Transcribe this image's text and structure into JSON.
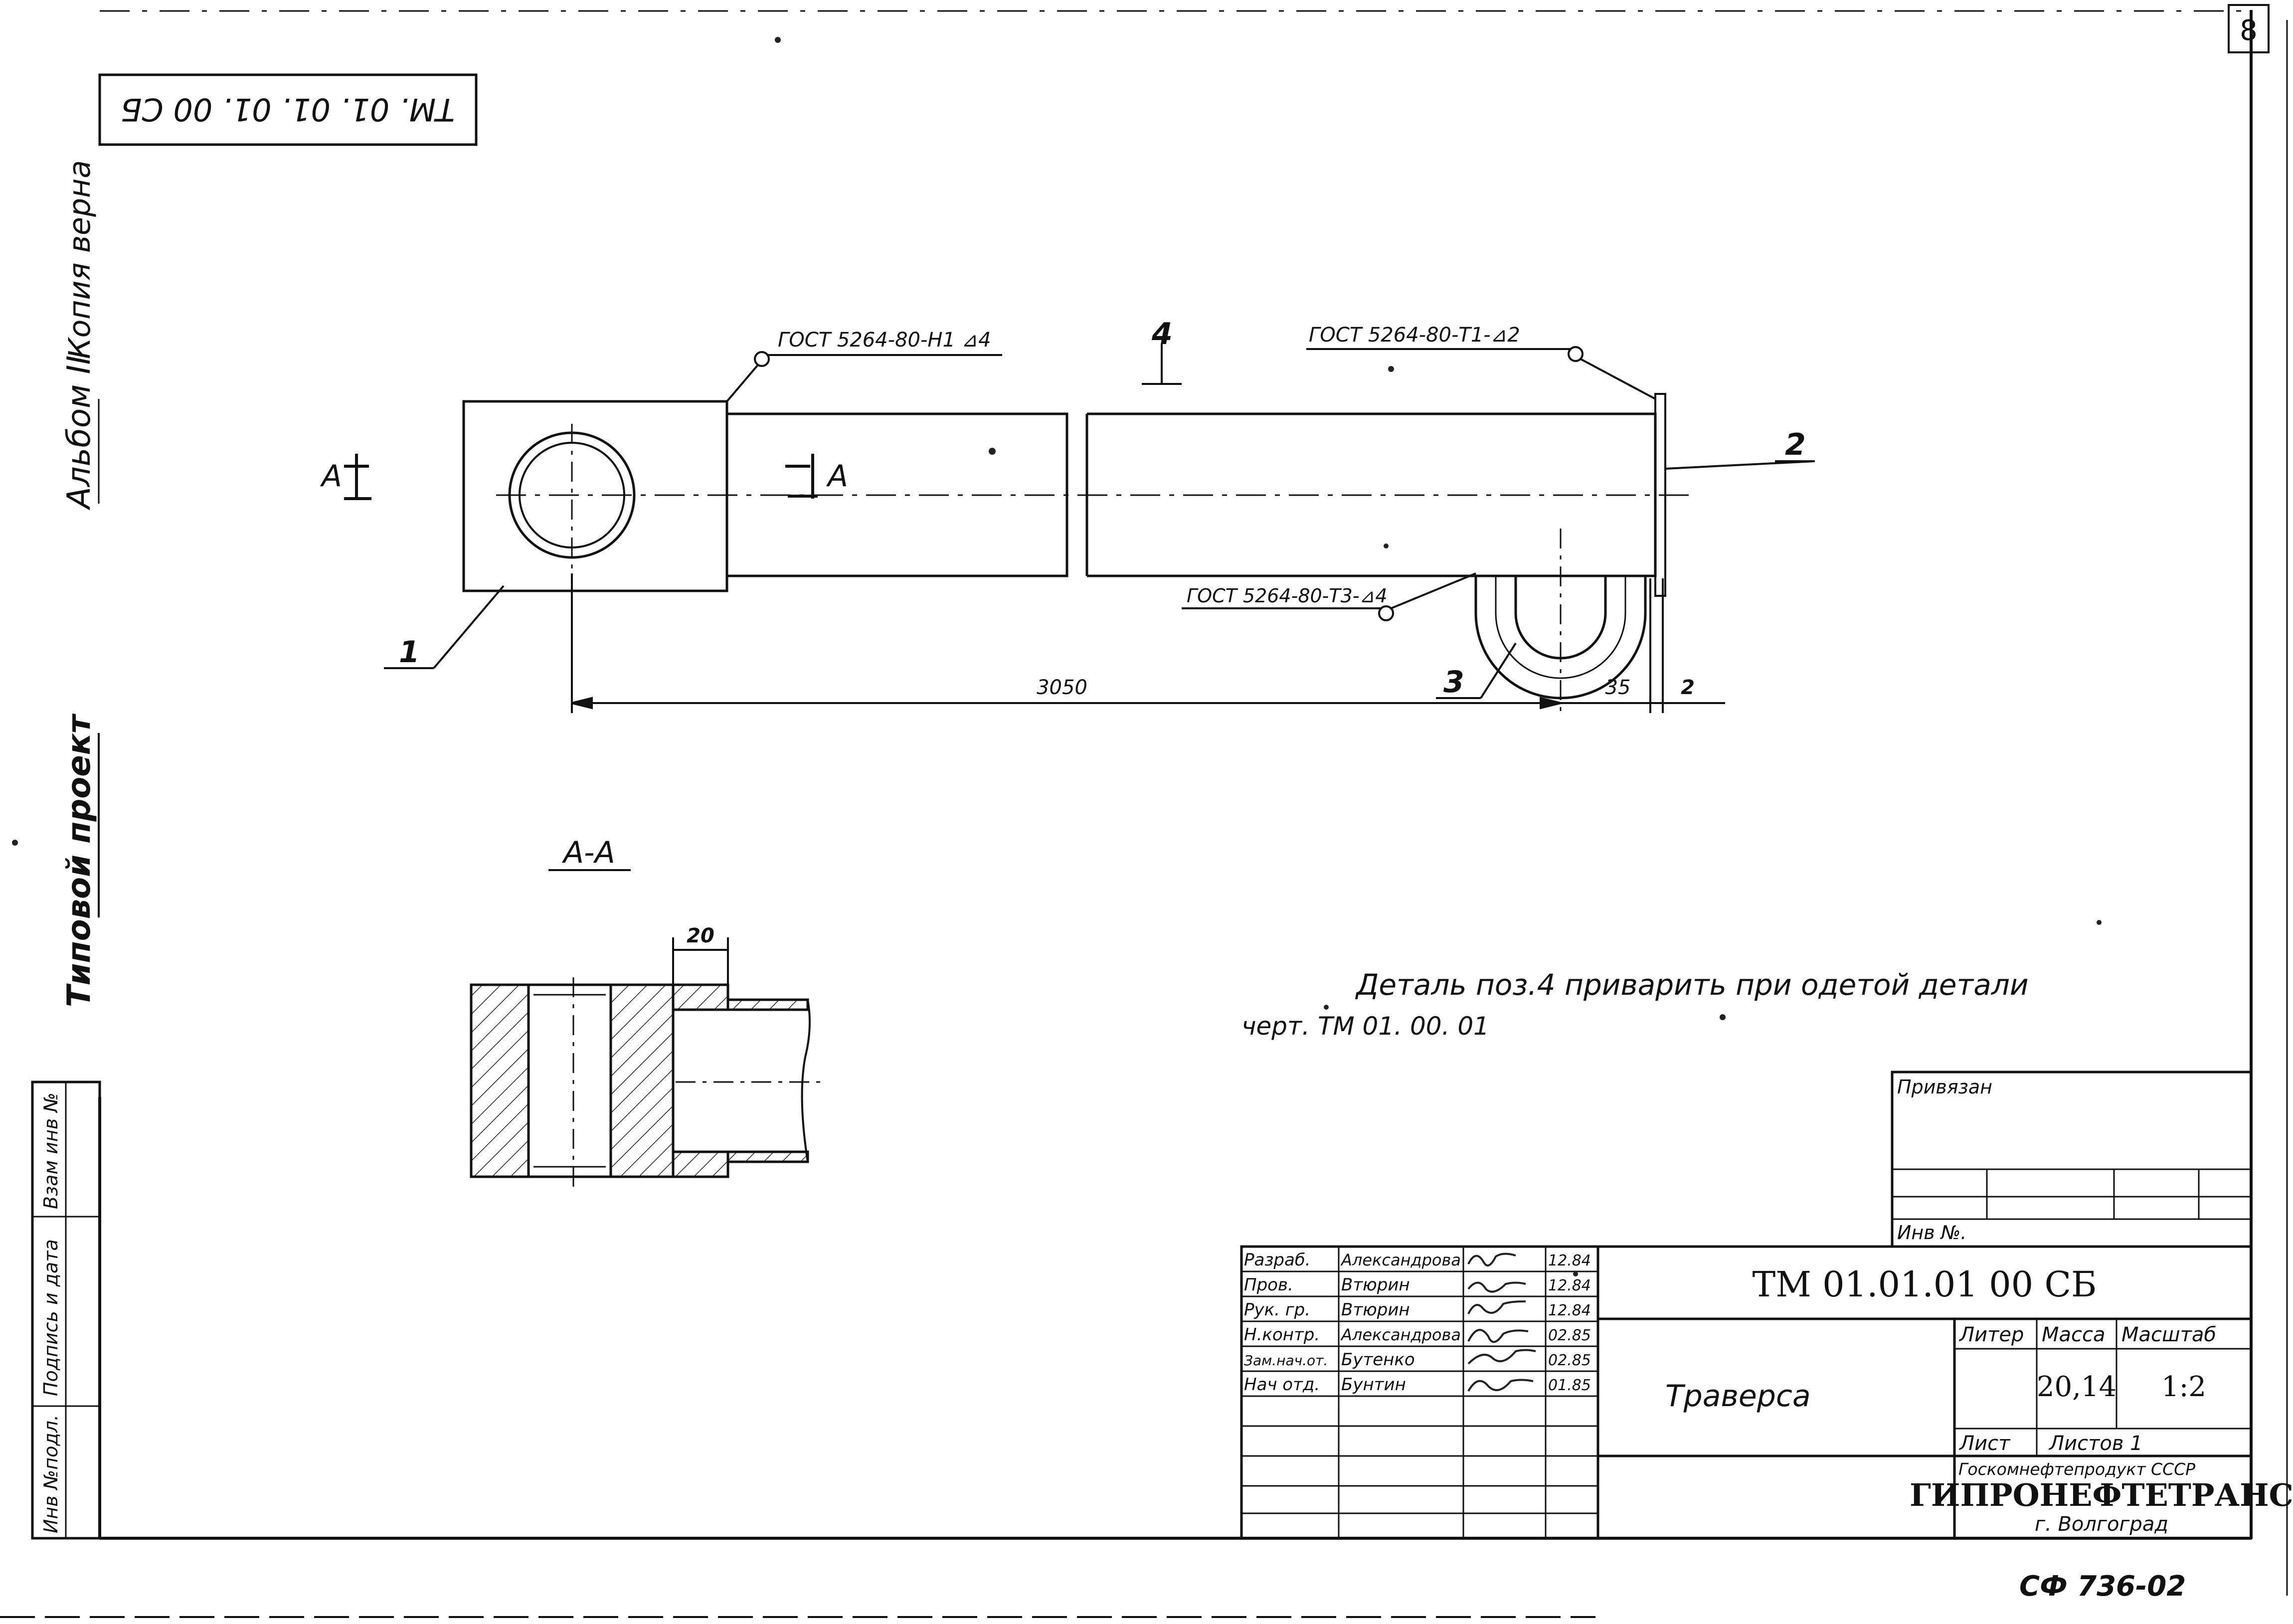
{
  "sheet_number": "8",
  "mirrored_code": "ТМ. 01. 01. 01. 00 СБ",
  "side_label": {
    "album": "Альбом II",
    "copy_note": "Копия верна",
    "project": "Типовой проект"
  },
  "left_stamp": {
    "inv_podl": "Инв №подл.",
    "podpis_data": "Подпись и дата",
    "vzam_inv": "Взам инв №"
  },
  "main_view": {
    "weld_1": "ГОСТ 5264-80-Н1 ⊿4",
    "weld_2": "ГОСТ 5264-80-Т1-⊿2",
    "weld_3": "ГОСТ 5264-80-Т3-⊿4",
    "section_letter": "А",
    "pos_1": "1",
    "pos_2": "2",
    "pos_3": "3",
    "pos_4": "4",
    "dim_3050": "3050",
    "dim_35": "35",
    "dim_2": "2"
  },
  "section": {
    "title": "А-А",
    "dim_20": "20"
  },
  "note": {
    "line1": "Деталь поз.4 приварить при одетой детали",
    "line2": "черт. ТМ 01. 00. 01"
  },
  "title_block": {
    "privyazan": "Привязан",
    "inv_no": "Инв №.",
    "rows": [
      {
        "role": "Разраб.",
        "name": "Александрова",
        "date": "12.84"
      },
      {
        "role": "Пров.",
        "name": "Втюрин",
        "date": "12.84"
      },
      {
        "role": "Рук. гр.",
        "name": "Втюрин",
        "date": "12.84"
      },
      {
        "role": "Н.контр.",
        "name": "Александрова",
        "date": "02.85"
      },
      {
        "role": "Зам.нач.от.",
        "name": "Бутенко",
        "date": "02.85"
      },
      {
        "role": "Нач отд.",
        "name": "Бунтин",
        "date": "01.85"
      }
    ],
    "doc_code": "ТМ 01.01.01 00 СБ",
    "part_name": "Траверса",
    "liter_label": "Литер",
    "mass_label": "Масса",
    "scale_label": "Масштаб",
    "mass_value": "20,14",
    "scale_value": "1:2",
    "sheet_label": "Лист",
    "sheets_label": "Листов 1",
    "org_line1": "Госкомнефтепродукт СССР",
    "org_line2": "ГИПРОНЕФТЕТРАНС",
    "org_line3": "г. Волгоград"
  },
  "bottom_code": "СФ 736-02"
}
